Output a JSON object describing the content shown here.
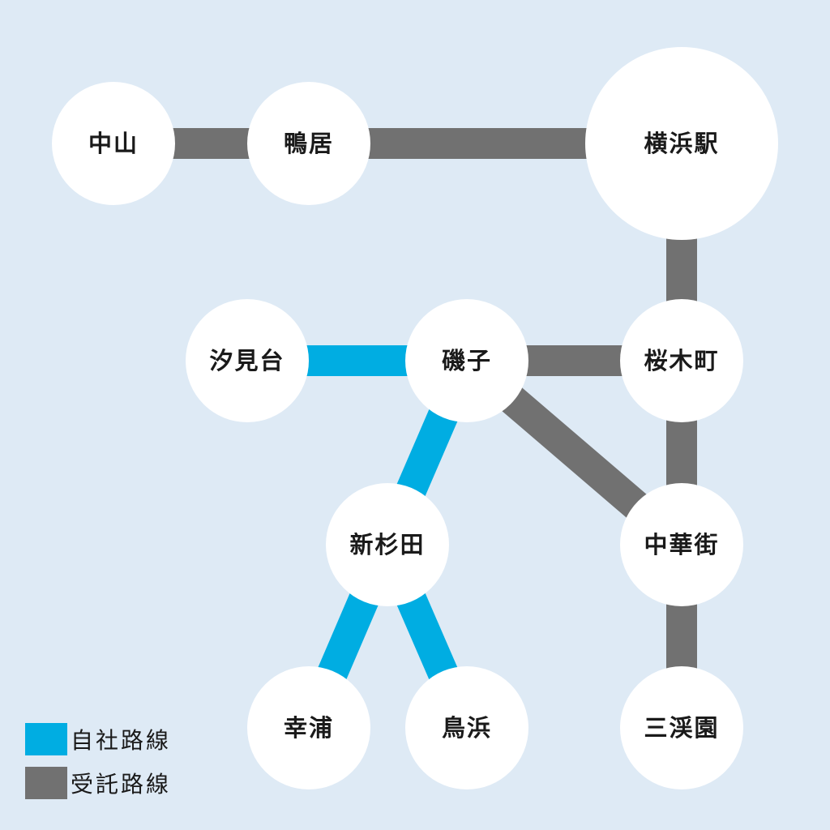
{
  "colors": {
    "background": "#deeaf5",
    "own_line": "#00ade2",
    "consigned_line": "#717171",
    "station": "#ffffff"
  },
  "stations": {
    "nakayama": "中山",
    "kamoi": "鴨居",
    "yokohama": "横浜駅",
    "shiomidai": "汐見台",
    "isogo": "磯子",
    "sakuragicho": "桜木町",
    "shinsugita": "新杉田",
    "chukagai": "中華街",
    "koura": "幸浦",
    "torihama": "鳥浜",
    "sankeien": "三渓園"
  },
  "lines": [
    {
      "from": "nakayama",
      "to": "kamoi",
      "type": "consigned"
    },
    {
      "from": "kamoi",
      "to": "yokohama",
      "type": "consigned"
    },
    {
      "from": "yokohama",
      "to": "sakuragicho",
      "type": "consigned"
    },
    {
      "from": "isogo",
      "to": "sakuragicho",
      "type": "consigned"
    },
    {
      "from": "isogo",
      "to": "chukagai",
      "type": "consigned"
    },
    {
      "from": "sakuragicho",
      "to": "chukagai",
      "type": "consigned"
    },
    {
      "from": "chukagai",
      "to": "sankeien",
      "type": "consigned"
    },
    {
      "from": "shiomidai",
      "to": "isogo",
      "type": "own"
    },
    {
      "from": "isogo",
      "to": "shinsugita",
      "type": "own"
    },
    {
      "from": "shinsugita",
      "to": "koura",
      "type": "own"
    },
    {
      "from": "shinsugita",
      "to": "torihama",
      "type": "own"
    }
  ],
  "legend": {
    "own_label": "自社路線",
    "consigned_label": "受託路線"
  }
}
